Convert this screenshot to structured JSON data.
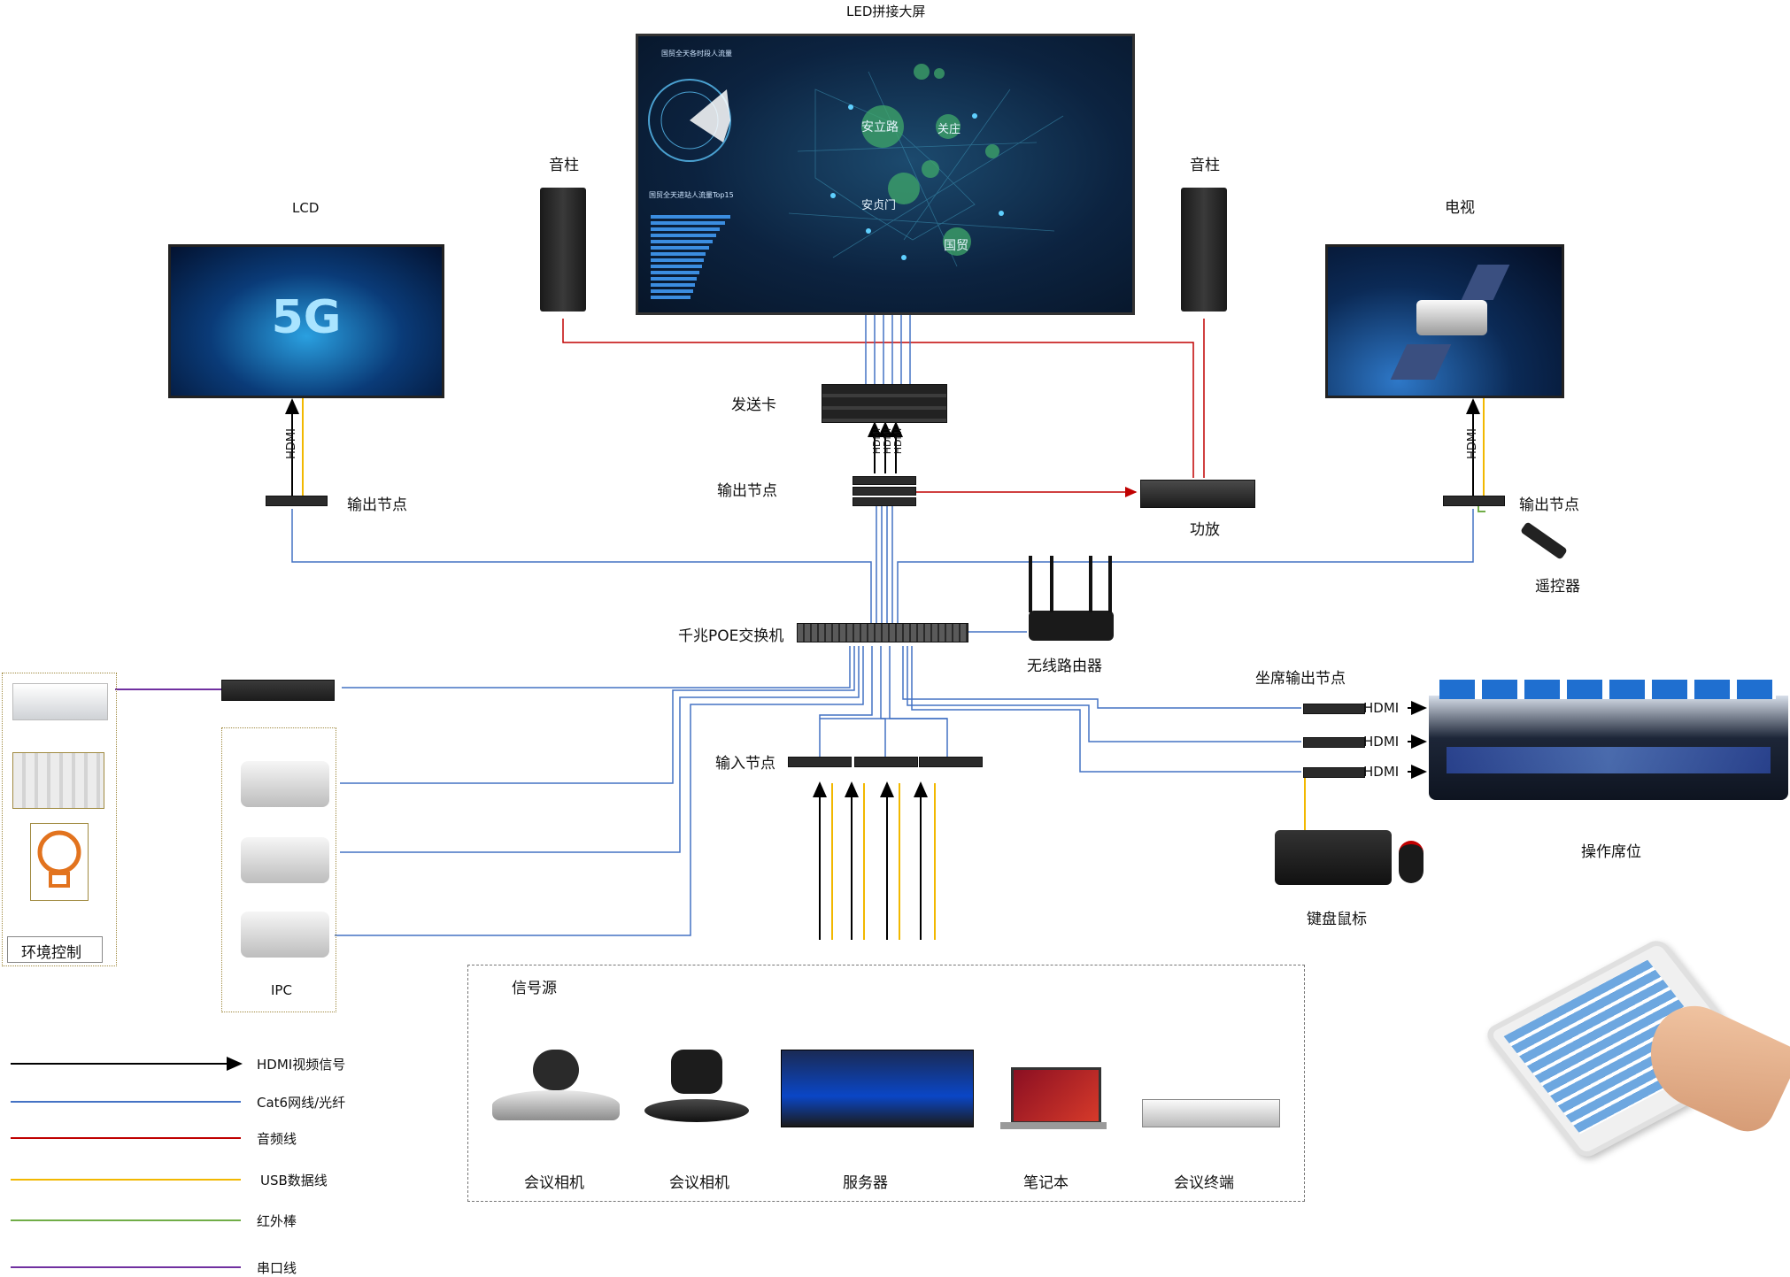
{
  "title": "LED拼接大屏",
  "displays": {
    "lcd": "LCD",
    "tv": "电视",
    "lcd_screen_text": "5G"
  },
  "speakers": {
    "left": "音柱",
    "right": "音柱"
  },
  "devices": {
    "sender_card": "发送卡",
    "output_node_center": "输出节点",
    "output_node_left": "输出节点",
    "output_node_right": "输出节点",
    "amplifier": "功放",
    "remote": "遥控器",
    "switch": "千兆POE交换机",
    "wireless_router": "无线路由器",
    "seat_output_node": "坐席输出节点",
    "input_node": "输入节点",
    "operator_desk": "操作席位",
    "keyboard_mouse": "键盘鼠标",
    "env_control": "环境控制",
    "ipc": "IPC"
  },
  "hdmi_label": "HDMI",
  "signal_sources": {
    "title": "信号源",
    "items": [
      "会议相机",
      "会议相机",
      "服务器",
      "笔记本",
      "会议终端"
    ]
  },
  "led_screen": {
    "panel_title_1": "国贸全天各时段人流量",
    "panel_title_2": "国贸全天进站人流量Top15",
    "places": [
      "安立路",
      "关庄",
      "安贞门",
      "国贸"
    ]
  },
  "legend": [
    {
      "label": "HDMI视频信号",
      "color": "#000000",
      "arrow": true
    },
    {
      "label": "Cat6网线/光纤",
      "color": "#4472c4",
      "arrow": false
    },
    {
      "label": "音频线",
      "color": "#c00000",
      "arrow": false
    },
    {
      "label": "USB数据线",
      "color": "#f2b800",
      "arrow": false
    },
    {
      "label": "红外棒",
      "color": "#70ad47",
      "arrow": false
    },
    {
      "label": "串口线",
      "color": "#7030a0",
      "arrow": false
    }
  ],
  "colors": {
    "hdmi": "#000000",
    "cat6": "#4472c4",
    "audio": "#c00000",
    "usb": "#f2b800",
    "ir": "#70ad47",
    "serial": "#7030a0"
  }
}
